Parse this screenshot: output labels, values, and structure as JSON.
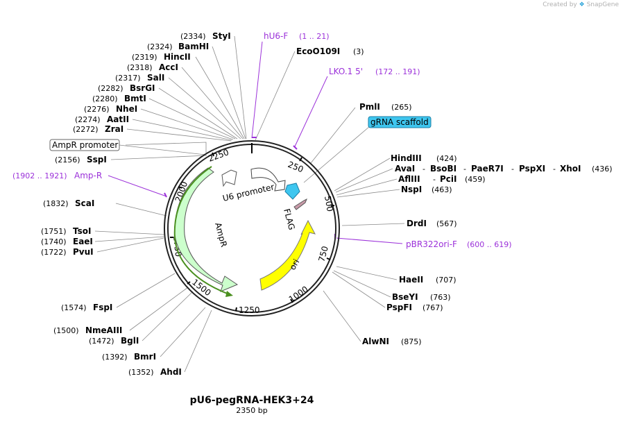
{
  "branding": {
    "created_by": "Created by",
    "app": "SnapGene"
  },
  "plasmid": {
    "name": "pU6-pegRNA-HEK3+24",
    "length": "2350 bp"
  },
  "backbone_ticks": [
    "250",
    "500",
    "750",
    "1000",
    "1250",
    "1500",
    "1750",
    "2000",
    "2250"
  ],
  "enzymes_left": [
    {
      "name": "StyI",
      "pos": "(2334)"
    },
    {
      "name": "BamHI",
      "pos": "(2324)"
    },
    {
      "name": "HincII",
      "pos": "(2319)"
    },
    {
      "name": "AccI",
      "pos": "(2318)"
    },
    {
      "name": "SalI",
      "pos": "(2317)"
    },
    {
      "name": "BsrGI",
      "pos": "(2282)"
    },
    {
      "name": "BmtI",
      "pos": "(2280)"
    },
    {
      "name": "NheI",
      "pos": "(2276)"
    },
    {
      "name": "AatII",
      "pos": "(2274)"
    },
    {
      "name": "ZraI",
      "pos": "(2272)"
    },
    {
      "name": "SspI",
      "pos": "(2156)"
    },
    {
      "name": "ScaI",
      "pos": "(1832)"
    },
    {
      "name": "TsoI",
      "pos": "(1751)"
    },
    {
      "name": "EaeI",
      "pos": "(1740)"
    },
    {
      "name": "PvuI",
      "pos": "(1722)"
    },
    {
      "name": "FspI",
      "pos": "(1574)"
    },
    {
      "name": "NmeAIII",
      "pos": "(1500)"
    },
    {
      "name": "BglI",
      "pos": "(1472)"
    },
    {
      "name": "BmrI",
      "pos": "(1392)"
    },
    {
      "name": "AhdI",
      "pos": "(1352)"
    }
  ],
  "enzymes_right": [
    {
      "name": "EcoO109I",
      "pos": "(3)"
    },
    {
      "name": "PmlI",
      "pos": "(265)"
    },
    {
      "name": "HindIII",
      "pos": "(424)"
    },
    {
      "name": "AflIII",
      "pos": "(459)"
    },
    {
      "name": "NspI",
      "pos": "(463)"
    },
    {
      "name": "DrdI",
      "pos": "(567)"
    },
    {
      "name": "HaeII",
      "pos": "(707)"
    },
    {
      "name": "BseYI",
      "pos": "(763)"
    },
    {
      "name": "PspFI",
      "pos": "(767)"
    },
    {
      "name": "AlwNI",
      "pos": "(875)"
    }
  ],
  "enzyme_group_436": {
    "names": [
      "AvaI",
      "BsoBI",
      "PaeR7I",
      "PspXI",
      "XhoI"
    ],
    "separator": "-",
    "pos": "(436)"
  },
  "enzyme_group_pcii": {
    "separator": "-",
    "name": "PciI"
  },
  "primers": [
    {
      "name": "hU6-F",
      "range": "(1 .. 21)"
    },
    {
      "name": "LKO.1 5'",
      "range": "(172 .. 191)"
    },
    {
      "name": "pBR322ori-F",
      "range": "(600 .. 619)"
    },
    {
      "name": "Amp-R",
      "range": "(1902 .. 1921)"
    }
  ],
  "boxed_features": [
    {
      "name": "gRNA scaffold",
      "color": "#3ec6ef"
    },
    {
      "name": "AmpR promoter",
      "color": "#ffffff"
    }
  ],
  "features": [
    {
      "name": "U6 promoter",
      "color": "#ffffff"
    },
    {
      "name": "FLAG",
      "color": "#c89aa8"
    },
    {
      "name": "ori",
      "color": "#ffff00"
    },
    {
      "name": "AmpR",
      "color": "#ccffcc"
    }
  ],
  "colors": {
    "primer": "#9b30d9",
    "backbone": "#222222",
    "ampr_edge": "#4a8f1f"
  }
}
